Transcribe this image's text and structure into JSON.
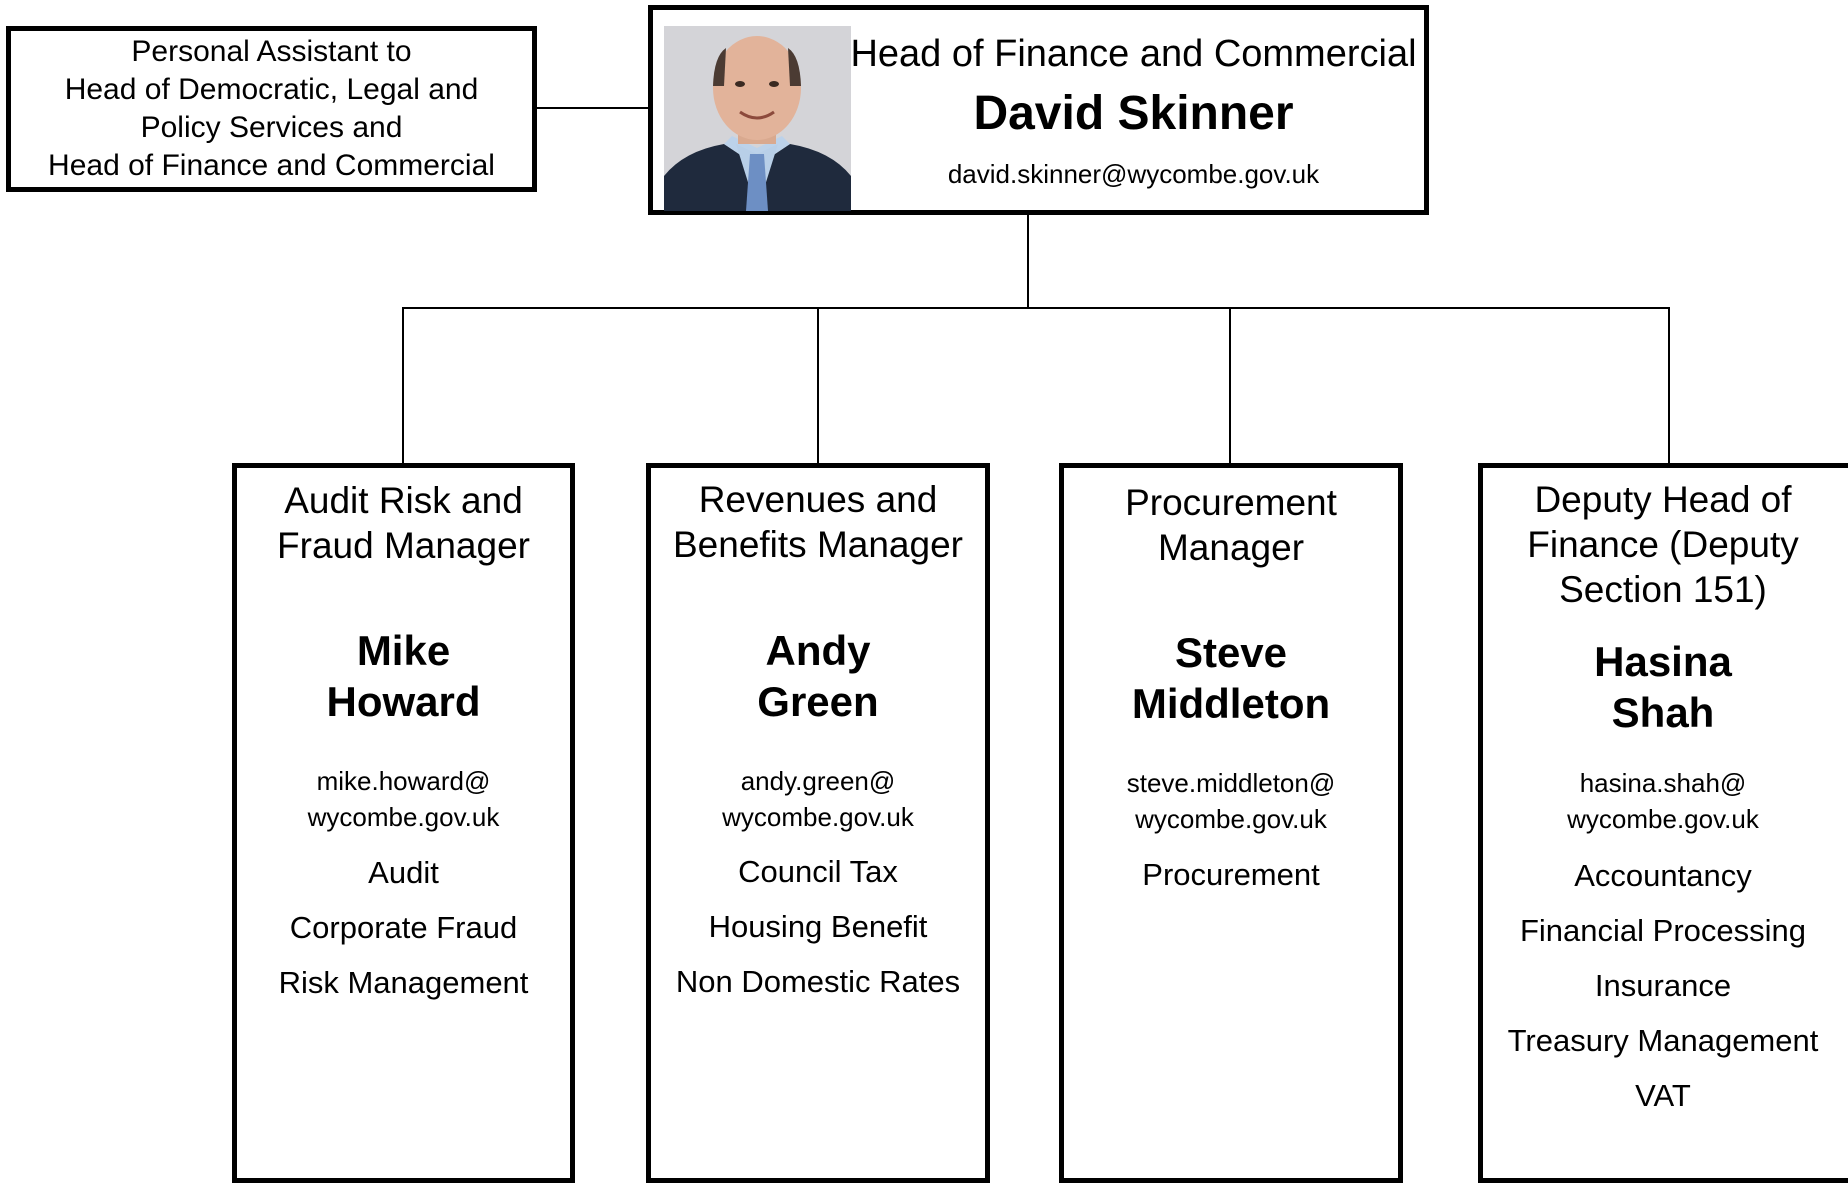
{
  "pa": {
    "lines": [
      "Personal Assistant to",
      "Head of Democratic, Legal and",
      "Policy Services and",
      "Head of Finance and Commercial"
    ]
  },
  "head": {
    "role": "Head of Finance and Commercial",
    "name": "David Skinner",
    "email": "david.skinner@wycombe.gov.uk"
  },
  "managers": [
    {
      "role_lines": [
        "Audit Risk and",
        "Fraud Manager"
      ],
      "name_lines": [
        "Mike",
        "Howard"
      ],
      "email_lines": [
        "mike.howard@",
        "wycombe.gov.uk"
      ],
      "services": [
        "Audit",
        "Corporate Fraud",
        "Risk Management"
      ]
    },
    {
      "role_lines": [
        "Revenues and",
        "Benefits Manager"
      ],
      "name_lines": [
        "Andy",
        "Green"
      ],
      "email_lines": [
        "andy.green@",
        "wycombe.gov.uk"
      ],
      "services": [
        "Council Tax",
        "Housing Benefit",
        "Non Domestic Rates"
      ]
    },
    {
      "role_lines": [
        "Procurement",
        "Manager"
      ],
      "name_lines": [
        "Steve",
        "Middleton"
      ],
      "email_lines": [
        "steve.middleton@",
        "wycombe.gov.uk"
      ],
      "services": [
        "Procurement"
      ]
    },
    {
      "role_lines": [
        "Deputy Head of",
        "Finance (Deputy",
        "Section 151)"
      ],
      "name_lines": [
        "Hasina",
        "Shah"
      ],
      "email_lines": [
        "hasina.shah@",
        "wycombe.gov.uk"
      ],
      "services": [
        "Accountancy",
        "Financial Processing",
        "Insurance",
        "Treasury Management",
        "VAT"
      ]
    }
  ]
}
